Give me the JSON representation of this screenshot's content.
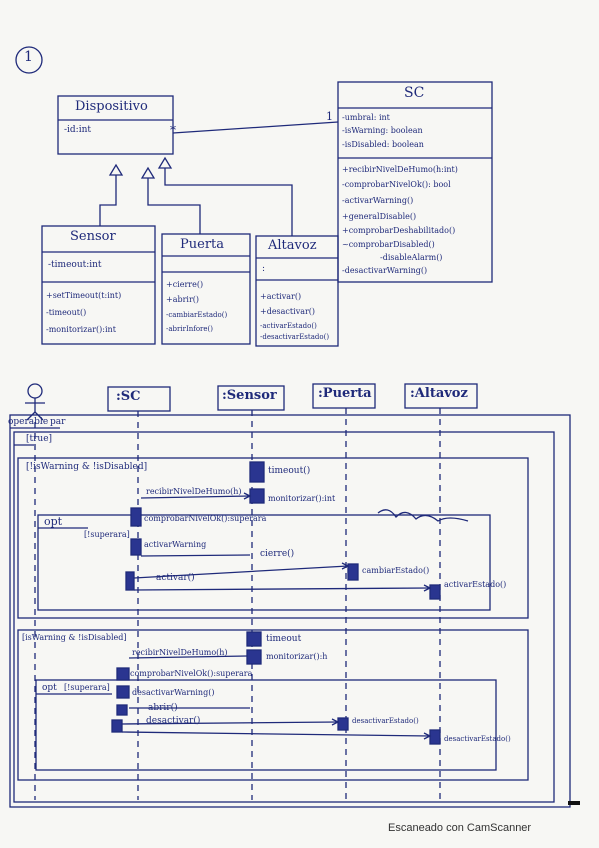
{
  "page_number": "1",
  "class_diagram": {
    "dispositivo": {
      "name": "Dispositivo",
      "attributes": [
        "-id:int"
      ]
    },
    "sc": {
      "name": "SC",
      "attributes": [
        "-umbral: int",
        "-isWarning: boolean",
        "-isDisabled: boolean"
      ],
      "methods": [
        "+recibirNivelDeHumo(h:int)",
        "-comprobarNivelOk(): bool",
        "-activarWarning()",
        "+generalDisable()",
        "+comprobarDeshabilitado()",
        "~comprobarDisabled()",
        "-disableAlarm()",
        "-desactivarWarning()"
      ]
    },
    "sensor": {
      "name": "Sensor",
      "attributes": [
        "-timeout:int"
      ],
      "methods": [
        "+setTimeout(t:int)",
        "-timeout()",
        "-monitorizar():int"
      ]
    },
    "puerta": {
      "name": "Puerta",
      "attributes": [],
      "methods": [
        "+cierre()",
        "+abrir()",
        "-cambiarEstado()",
        "-abrirInfore()"
      ]
    },
    "altavoz": {
      "name": "Altavoz",
      "attributes": [
        ":"
      ],
      "methods": [
        "+activar()",
        "+desactivar()",
        "-activarEstado()",
        "-desactivarEstado()"
      ]
    },
    "multiplicity_many": "*",
    "multiplicity_one": "1"
  },
  "sequence_diagram": {
    "lifelines": [
      ":SC",
      ":Sensor",
      ":Puerta",
      ":Altavoz"
    ],
    "actor_label": "operable",
    "frames": {
      "par": "par",
      "loop_guard": "[true]",
      "alt_guard1": "[!isWarning & !isDisabled]",
      "opt1": "opt",
      "opt1_guard": "[!superara]",
      "alt_guard2": "[isWarning & !isDisabled]",
      "opt2": "opt",
      "opt2_guard": "[!superara]"
    },
    "messages": {
      "timeout1": "timeout()",
      "monitorizar1": "monitorizar():int",
      "recibir1": "recibirNivelDeHumo(h)",
      "comprobar1": "comprobarNivelOk():superara",
      "activarWarning": "activarWarning",
      "cierre": "cierre()",
      "cierre_ret": "cambiarEstado()",
      "activar": "activar()",
      "activar_ret": "activarEstado()",
      "timeout2": "timeout",
      "monitorizar2": "monitorizar():h",
      "recibir2": "recibirNivelDeHumo(h)",
      "comprobar2": "comprobarNivelOk():superara",
      "desactivarWarning": "desactivarWarning()",
      "abrir": "abrir()",
      "desactivar": "desactivar()",
      "desactivar_ret": "desactivarEstado()",
      "altavoz_ret2": "desactivarEstado()"
    }
  },
  "footer": "Escaneado con CamScanner"
}
